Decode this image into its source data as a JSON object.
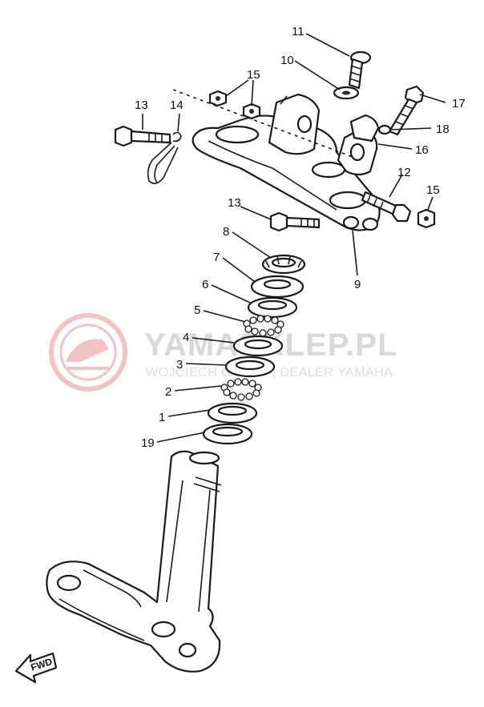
{
  "watermark": {
    "title": "YAMASKLEP.PL",
    "subtitle": "WOJCIECH GOLEC | DEALER YAMAHA",
    "title_color": "#d9d9d9",
    "logo_color": "#f2b9b9"
  },
  "direction_label": "FWD",
  "callouts": {
    "c1": "1",
    "c2": "2",
    "c3": "3",
    "c4": "4",
    "c5": "5",
    "c6": "6",
    "c7": "7",
    "c8": "8",
    "c9": "9",
    "c10": "10",
    "c11": "11",
    "c12": "12",
    "c13a": "13",
    "c13b": "13",
    "c14": "14",
    "c15a": "15",
    "c15b": "15",
    "c16": "16",
    "c17": "17",
    "c18": "18",
    "c19": "19"
  }
}
